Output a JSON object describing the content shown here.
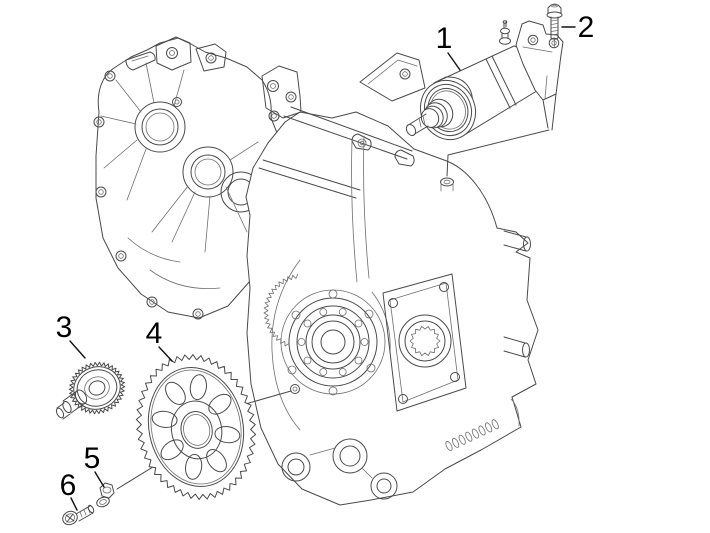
{
  "figure": {
    "kind": "exploded-parts-diagram",
    "background": "#ffffff",
    "line_color": "#4a4a4a",
    "label_color": "#000000"
  },
  "callouts": [
    {
      "label": "1"
    },
    {
      "label": "2"
    },
    {
      "label": "3"
    },
    {
      "label": "4"
    },
    {
      "label": "5"
    },
    {
      "label": "6"
    }
  ]
}
